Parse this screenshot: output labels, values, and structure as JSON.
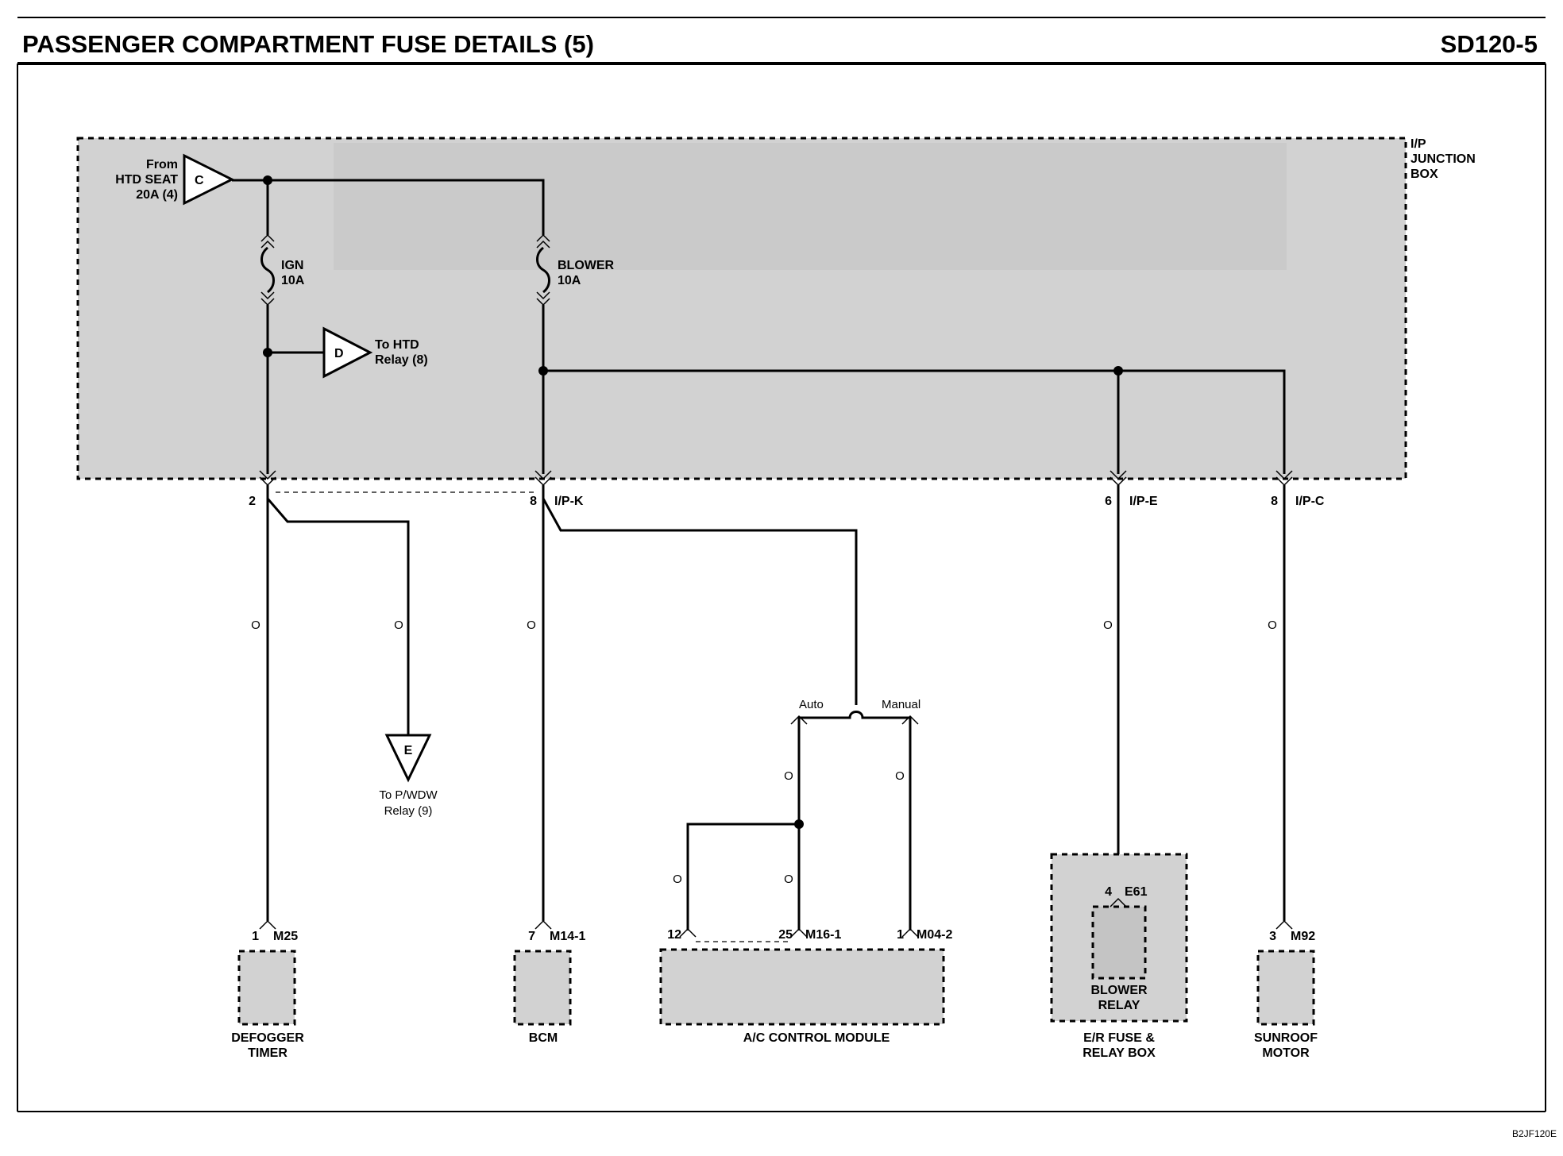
{
  "header": {
    "title": "PASSENGER COMPARTMENT FUSE DETAILS (5)",
    "page_code": "SD120-5"
  },
  "junction_box": {
    "label_l1": "I/P",
    "label_l2": "JUNCTION",
    "label_l3": "BOX"
  },
  "source": {
    "connector": "C",
    "l1": "From",
    "l2": "HTD SEAT",
    "l3": "20A (4)"
  },
  "fuses": {
    "ign": {
      "name": "IGN",
      "rating": "10A"
    },
    "blower": {
      "name": "BLOWER",
      "rating": "10A"
    }
  },
  "connectors": {
    "d": {
      "letter": "D",
      "l1": "To HTD",
      "l2": "Relay (8)"
    },
    "e": {
      "letter": "E",
      "l1": "To P/WDW",
      "l2": "Relay (9)"
    }
  },
  "terminals": {
    "t1": {
      "pin": "2"
    },
    "t2": {
      "pin": "8",
      "name": "I/P-K"
    },
    "t3": {
      "pin": "6",
      "name": "I/P-E"
    },
    "t4": {
      "pin": "8",
      "name": "I/P-C"
    }
  },
  "wire_color": "O",
  "ac_branch": {
    "auto": "Auto",
    "manual": "Manual"
  },
  "components": {
    "defogger": {
      "pin": "1",
      "conn": "M25",
      "l1": "DEFOGGER",
      "l2": "TIMER"
    },
    "bcm": {
      "pin": "7",
      "conn": "M14-1",
      "l1": "BCM"
    },
    "ac": {
      "pin_a": "12",
      "pin_b": "25",
      "conn_ab": "M16-1",
      "pin_c": "1",
      "conn_c": "M04-2",
      "l1": "A/C CONTROL MODULE"
    },
    "blower_relay": {
      "pin": "4",
      "conn": "E61",
      "l1": "BLOWER",
      "l2": "RELAY",
      "box_l1": "E/R FUSE &",
      "box_l2": "RELAY BOX"
    },
    "sunroof": {
      "pin": "3",
      "conn": "M92",
      "l1": "SUNROOF",
      "l2": "MOTOR"
    }
  },
  "footer": {
    "code": "B2JF120E"
  }
}
